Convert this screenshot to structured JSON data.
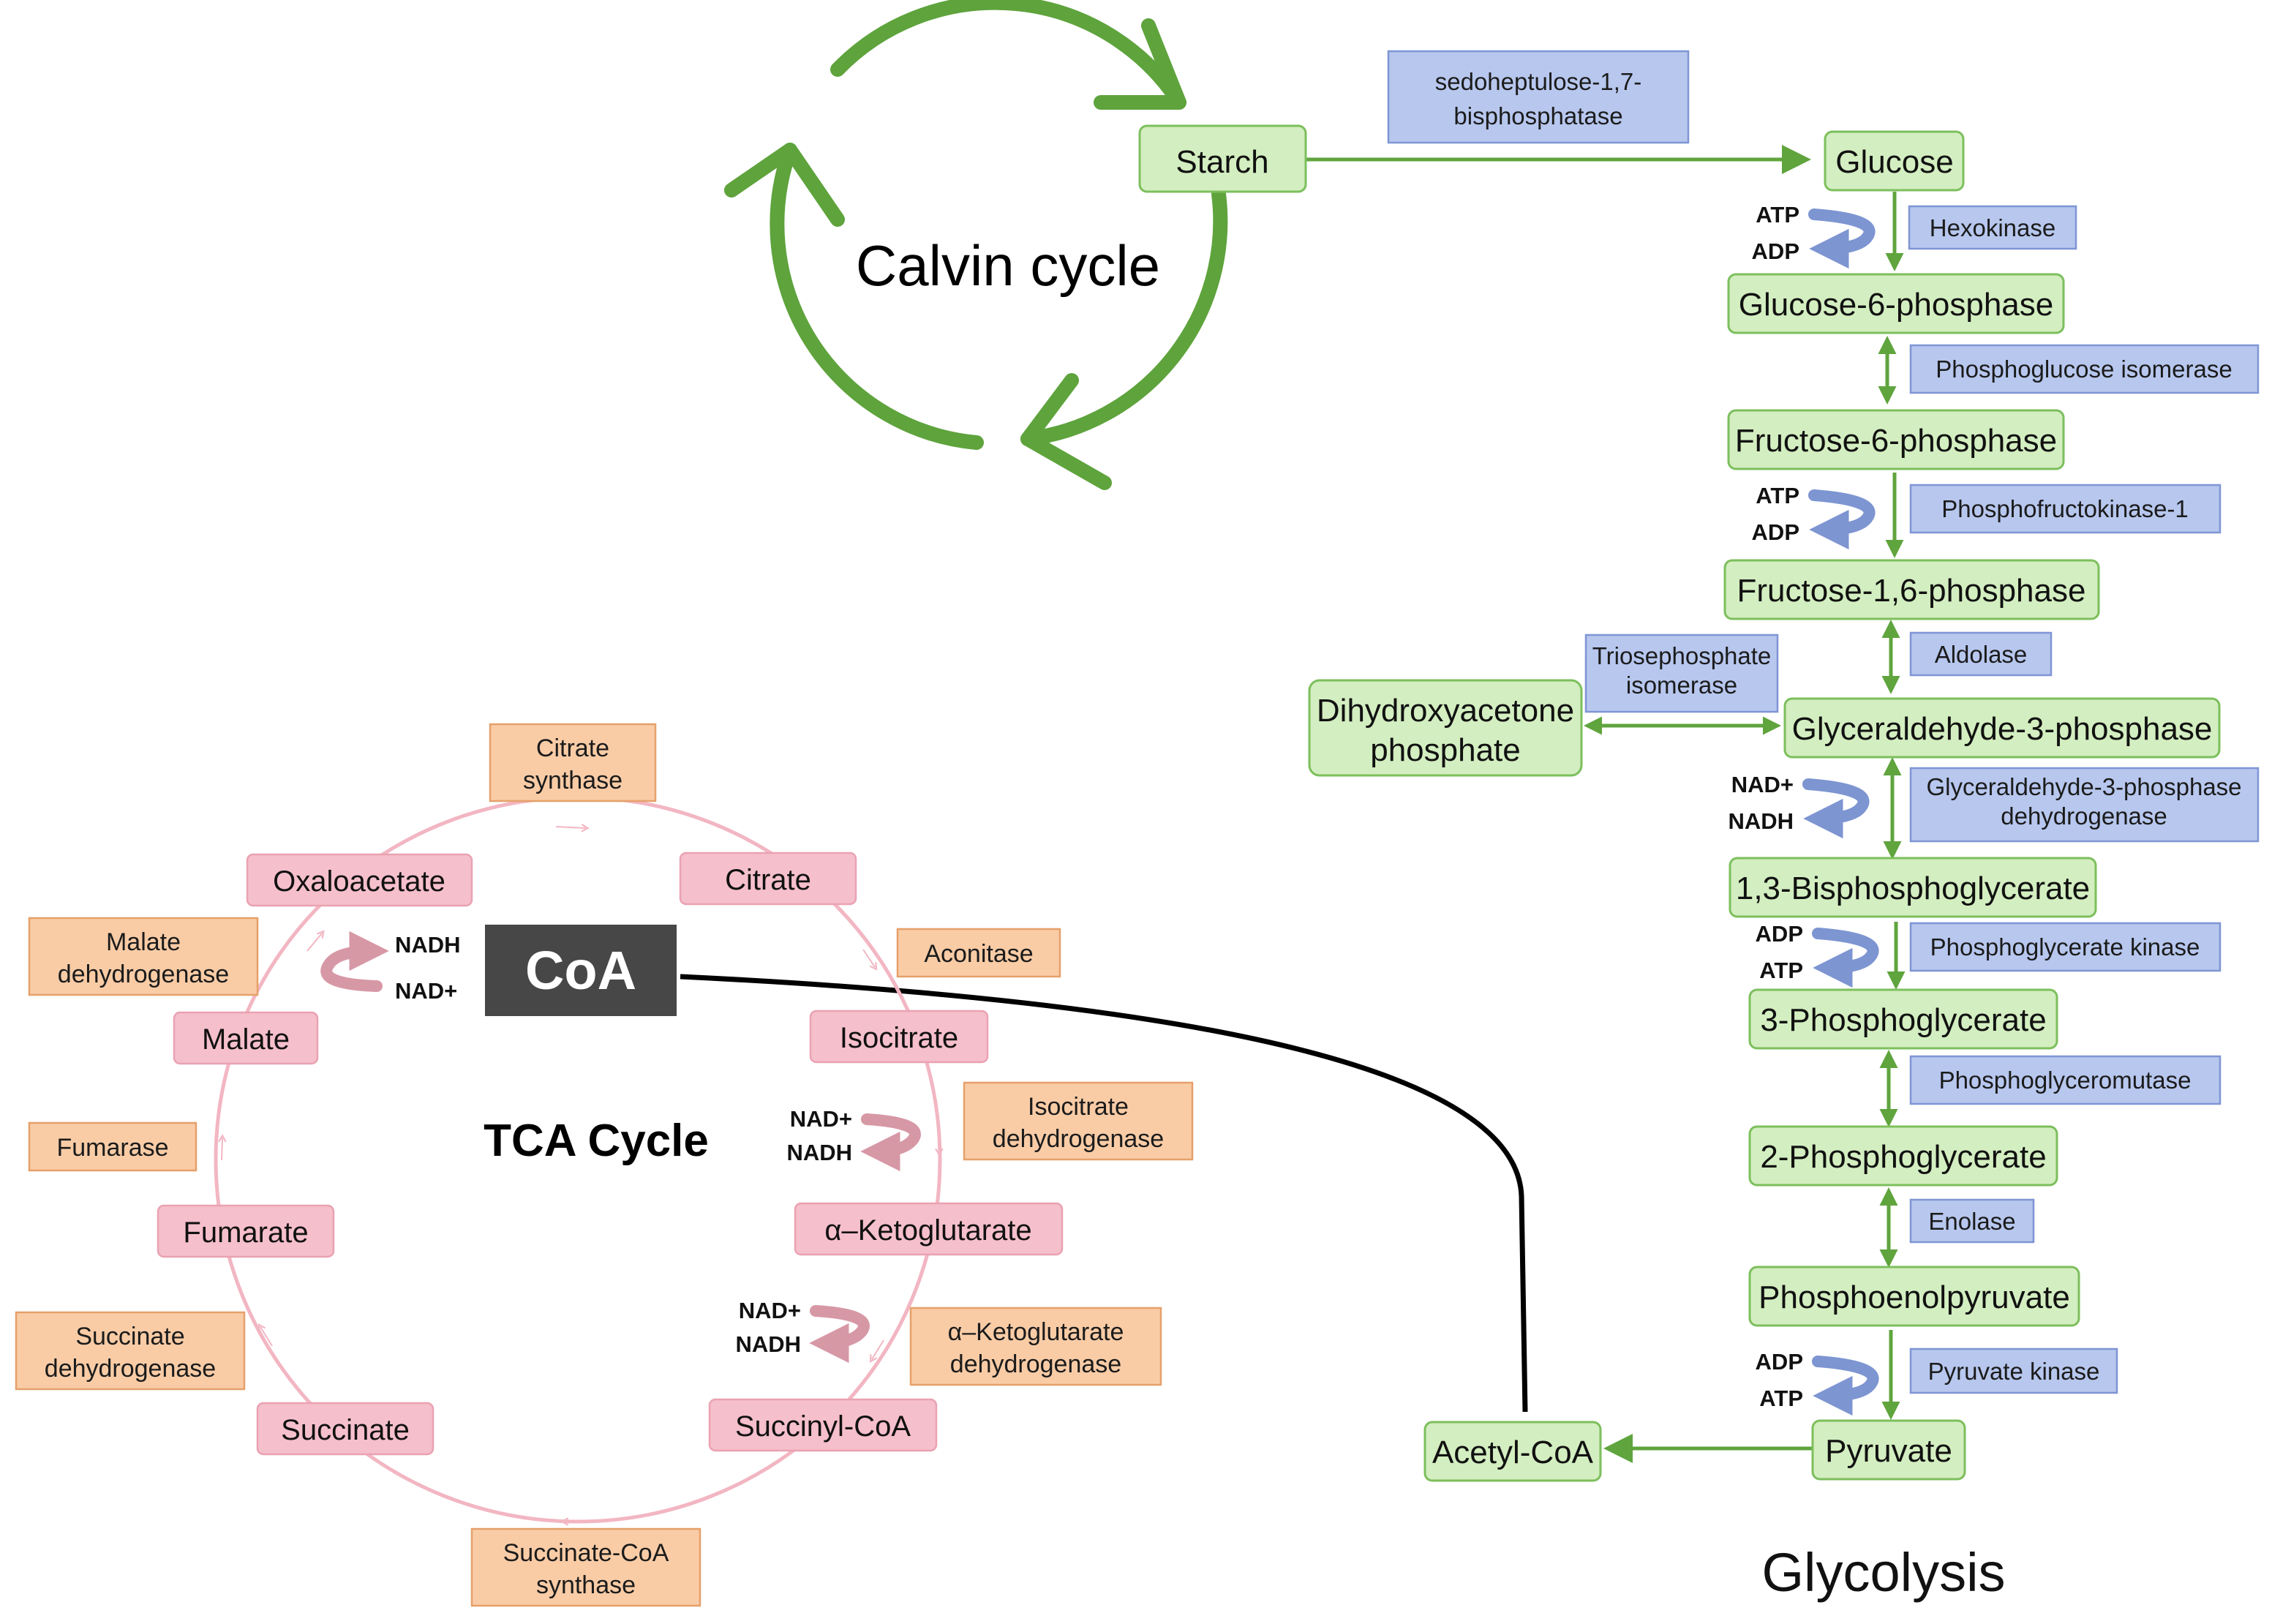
{
  "calvin": {
    "label": "Calvin cycle",
    "color": "#5ea33c"
  },
  "tca": {
    "label": "TCA Cycle",
    "coa": "CoA"
  },
  "glycolysis": {
    "label": "Glycolysis"
  },
  "colors": {
    "green_fill": "#d3eec0",
    "green_stroke": "#7cbf5c",
    "green_arrow": "#5fa43d",
    "blue_fill": "#b7c7ee",
    "pink_fill": "#f5bfcb",
    "pink_arrow": "#f2b6c2",
    "orange_fill": "#f9cca6",
    "coa_fill": "#474747",
    "acetyl_link": "#000000"
  },
  "metabolites": {
    "starch": "Starch",
    "glucose": "Glucose",
    "g6p": "Glucose-6-phosphase",
    "f6p": "Fructose-6-phosphase",
    "f16bp": "Fructose-1,6-phosphase",
    "dhap": [
      "Dihydroxyacetone",
      "phosphate"
    ],
    "g3p": "Glyceraldehyde-3-phosphase",
    "bpg13": "1,3-Bisphosphoglycerate",
    "pg3": "3-Phosphoglycerate",
    "pg2": "2-Phosphoglycerate",
    "pep": "Phosphoenolpyruvate",
    "pyruvate": "Pyruvate",
    "acetylcoa": "Acetyl-CoA"
  },
  "enzymes": {
    "sbpase": [
      "sedoheptulose-1,7-",
      "bisphosphatase"
    ],
    "hexokinase": "Hexokinase",
    "pgi": "Phosphoglucose isomerase",
    "pfk": "Phosphofructokinase-1",
    "aldolase": "Aldolase",
    "tpi": [
      "Triosephosphate",
      "isomerase"
    ],
    "gapdh": [
      "Glyceraldehyde-3-phosphase",
      "dehydrogenase"
    ],
    "pgk": "Phosphoglycerate kinase",
    "pgm": "Phosphoglyceromutase",
    "enolase": "Enolase",
    "pk": "Pyruvate kinase"
  },
  "cofactors": {
    "hexokinase": [
      "ATP",
      "ADP"
    ],
    "pfk": [
      "ATP",
      "ADP"
    ],
    "gapdh": [
      "NAD+",
      "NADH"
    ],
    "pgk": [
      "ADP",
      "ATP"
    ],
    "pk": [
      "ADP",
      "ATP"
    ],
    "mdh": [
      "NADH",
      "NAD+"
    ],
    "idh": [
      "NAD+",
      "NADH"
    ],
    "akgdh": [
      "NAD+",
      "NADH"
    ]
  },
  "tca_metabolites": {
    "oxaloacetate": "Oxaloacetate",
    "citrate": "Citrate",
    "isocitrate": "Isocitrate",
    "akg": "α–Ketoglutarate",
    "succinylcoa": "Succinyl-CoA",
    "succinate": "Succinate",
    "fumarate": "Fumarate",
    "malate": "Malate"
  },
  "tca_enzymes": {
    "citrate_synthase": [
      "Citrate",
      "synthase"
    ],
    "aconitase": "Aconitase",
    "idh": [
      "Isocitrate",
      "dehydrogenase"
    ],
    "akgdh": [
      "α–Ketoglutarate",
      "dehydrogenase"
    ],
    "scs": [
      "Succinate-CoA",
      "synthase"
    ],
    "sdh": [
      "Succinate",
      "dehydrogenase"
    ],
    "fumarase": "Fumarase",
    "mdh": [
      "Malate",
      "dehydrogenase"
    ]
  }
}
